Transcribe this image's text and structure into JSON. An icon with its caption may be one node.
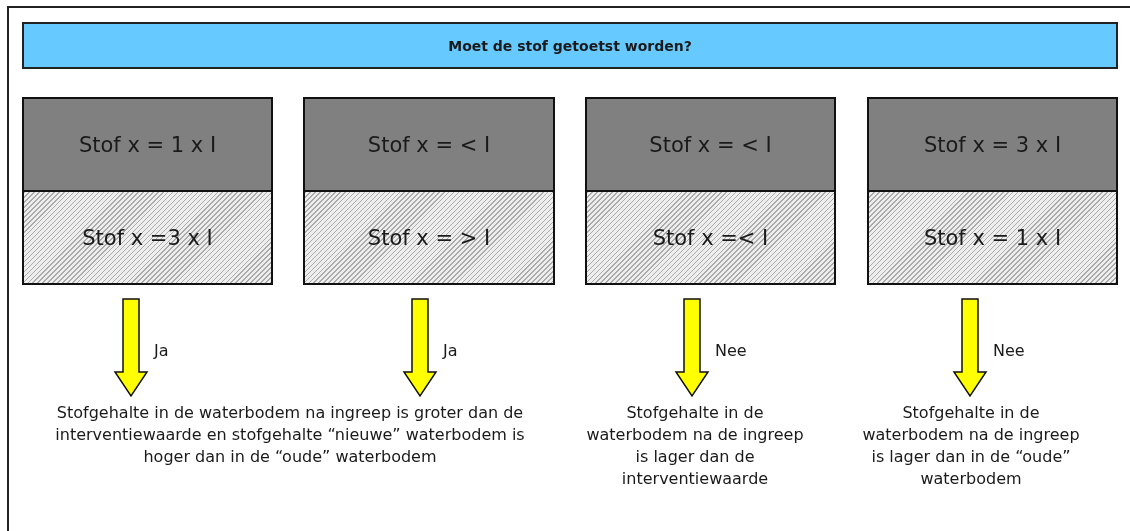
{
  "diagram": {
    "nodes": [
      {
        "text": [
          "Moet de stof getoetst worden?"
        ]
      },
      {
        "text": [
          "Stof x = 1 x I"
        ]
      },
      {
        "text": [
          "Stof x = < I"
        ]
      },
      {
        "text": [
          "Stof x = < I"
        ]
      },
      {
        "text": [
          "Stof x = 3 x I"
        ]
      },
      {
        "text": [
          "Stof x =3 x I"
        ]
      },
      {
        "text": [
          "Stof x = > I"
        ]
      },
      {
        "text": [
          "Stof x =< I"
        ]
      },
      {
        "text": [
          "Stof x = 1 x I"
        ]
      },
      {
        "text": [
          "Stofgehalte in de waterbodem na ingreep is groter dan de interventiewaarde en stofgehalte “nieuwe” waterbodem is hoger dan in de “oude” waterbodem"
        ]
      },
      {
        "text": [
          "Stofgehalte in de waterbodem na de ingreep is lager dan de interventiewaarde"
        ]
      },
      {
        "text": [
          "Stofgehalte in de waterbodem na de ingreep is lager dan in de “oude” waterbodem"
        ]
      }
    ],
    "edges": [
      {
        "from": 5,
        "to": 9,
        "arrow": "to",
        "label": "Ja"
      },
      {
        "from": 6,
        "to": 9,
        "arrow": "to",
        "label": "Ja"
      },
      {
        "from": 7,
        "to": 10,
        "arrow": "to",
        "label": "Nee"
      },
      {
        "from": 8,
        "to": 11,
        "arrow": "to",
        "label": "Nee"
      }
    ]
  }
}
